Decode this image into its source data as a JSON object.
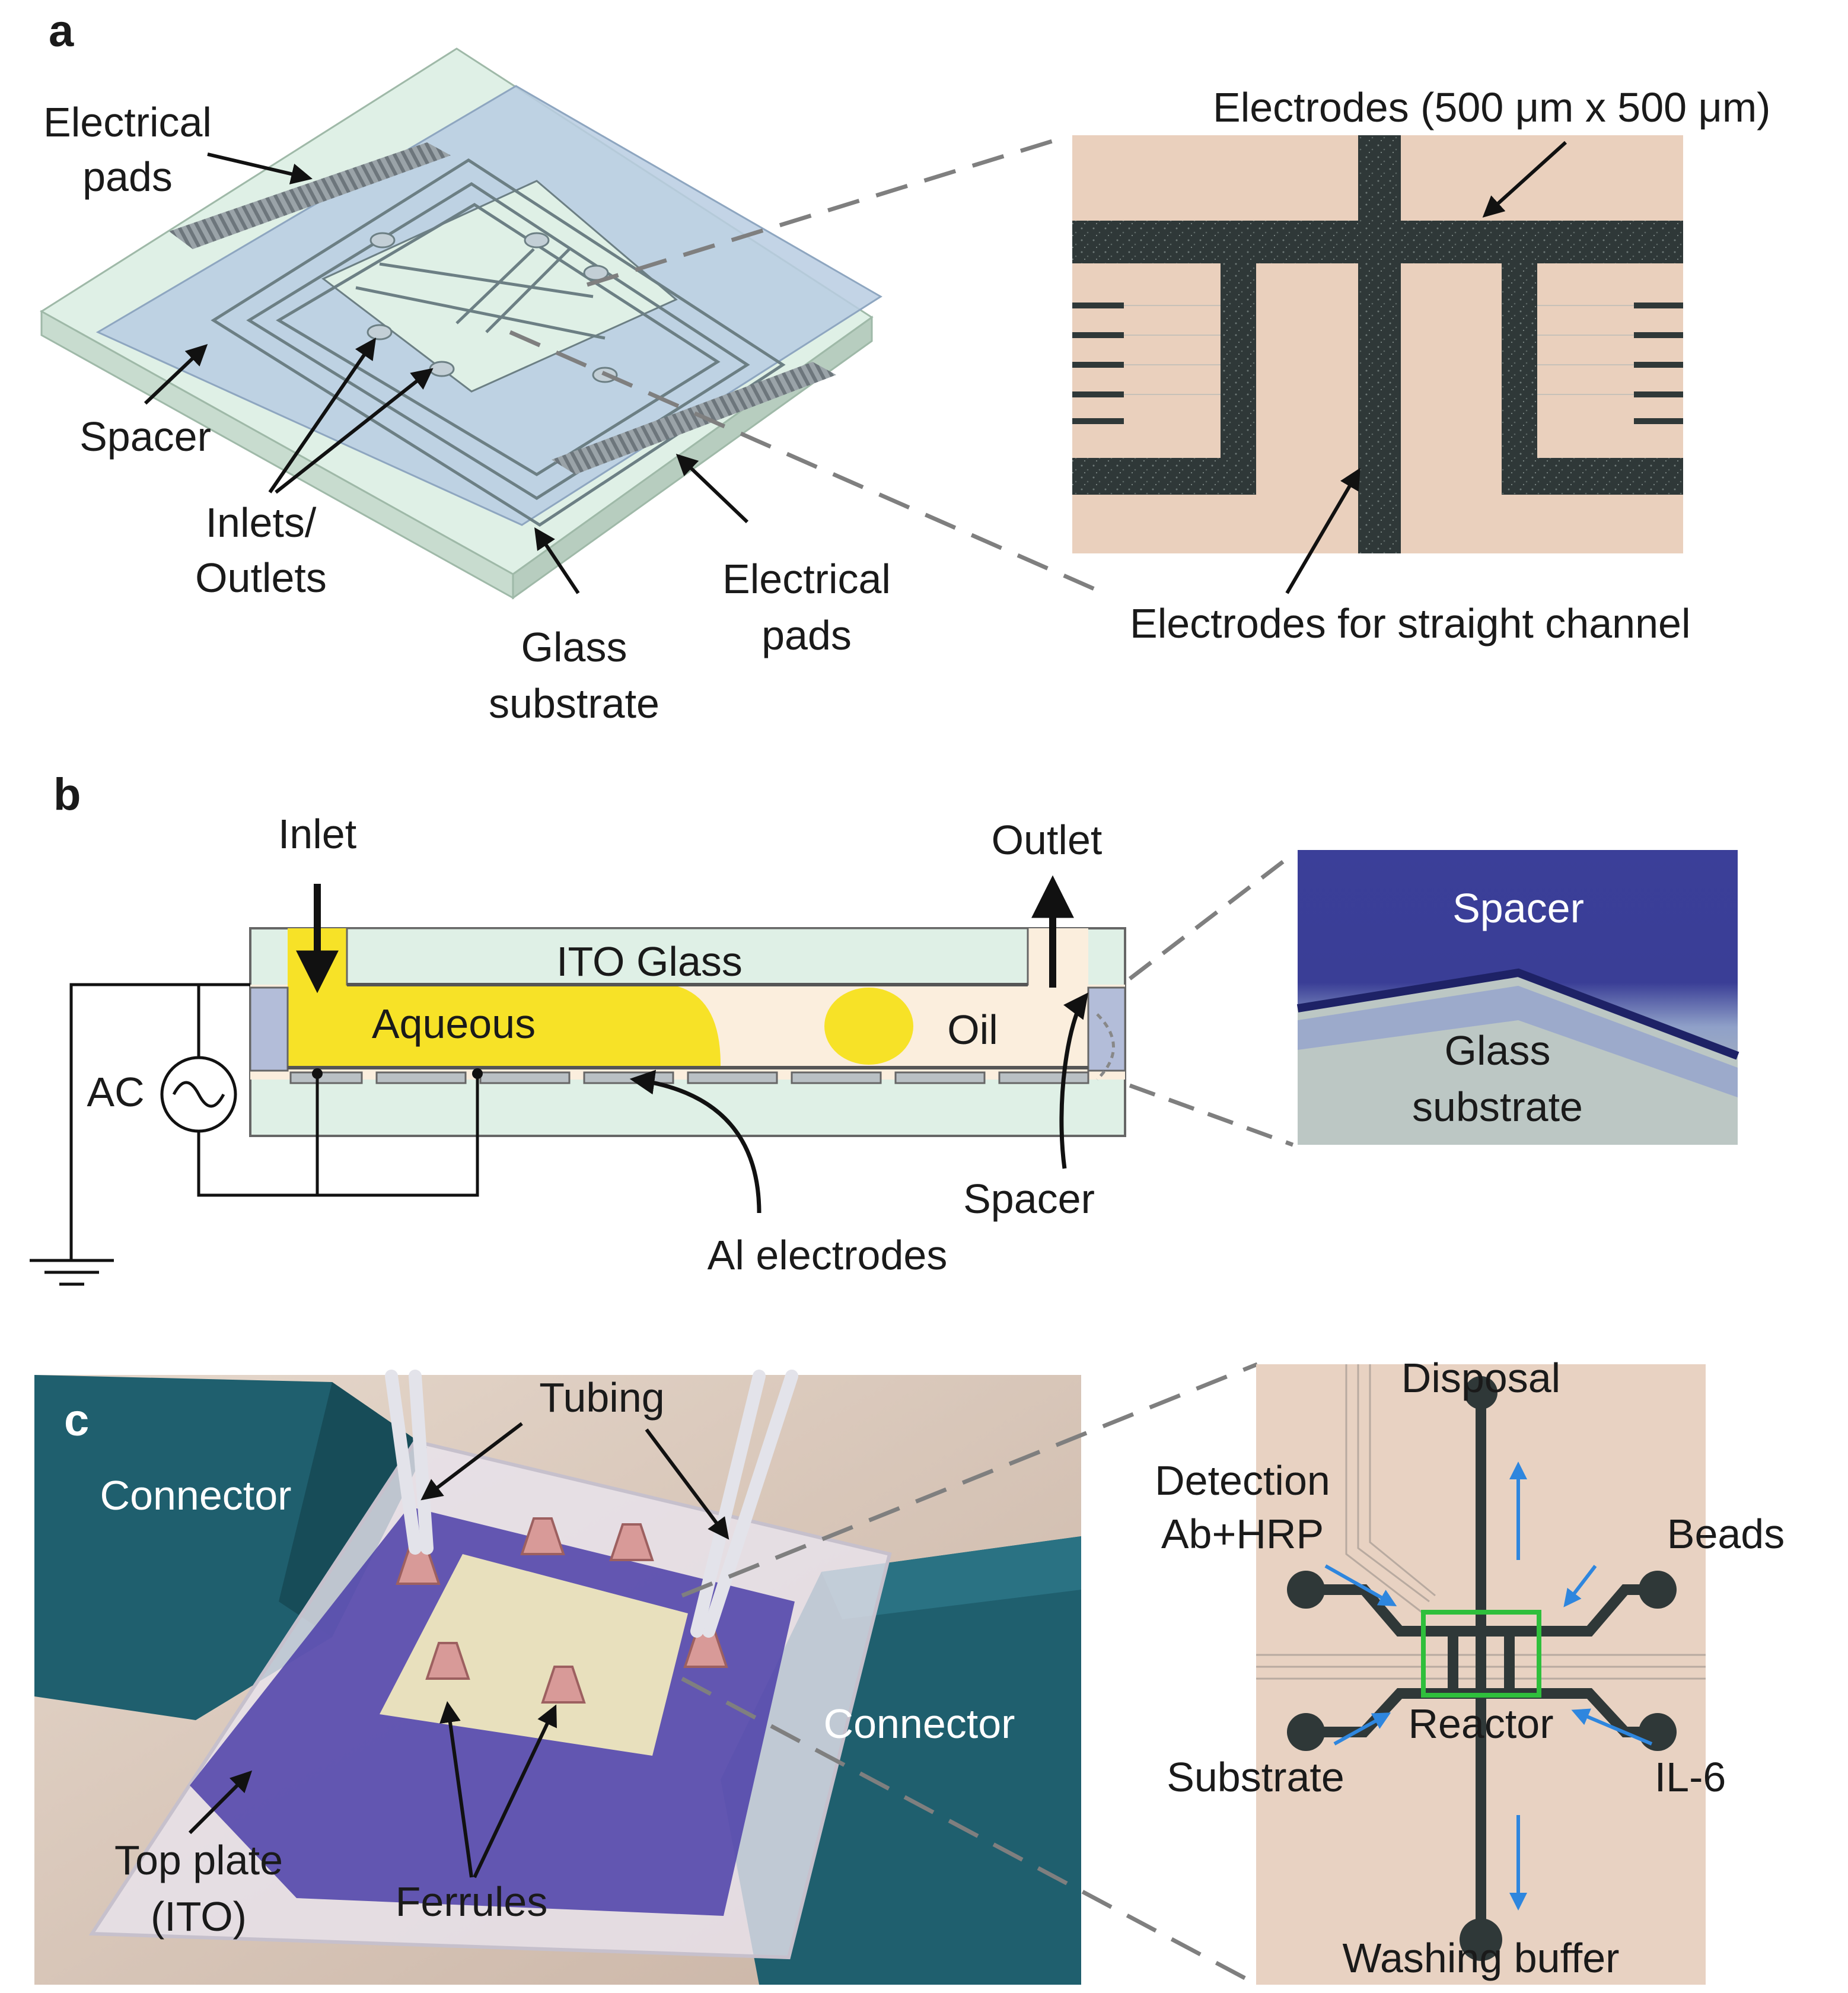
{
  "panel_a": {
    "letter": "a",
    "label_electrical_pads_left": [
      "Electrical",
      "pads"
    ],
    "label_spacer": "Spacer",
    "label_inlets_outlets": [
      "Inlets/",
      "Outlets"
    ],
    "label_glass_substrate": [
      "Glass",
      "substrate"
    ],
    "label_electrical_pads_right": [
      "Electrical",
      "pads"
    ],
    "label_electrodes_size": "Electrodes (500 μm x 500 μm)",
    "label_electrodes_straight": "Electrodes for straight channel"
  },
  "panel_b": {
    "letter": "b",
    "label_inlet": "Inlet",
    "label_outlet": "Outlet",
    "label_ito_glass": "ITO Glass",
    "label_aqueous": "Aqueous",
    "label_oil": "Oil",
    "label_ac": "AC",
    "label_spacer": "Spacer",
    "label_al_electrodes": "Al electrodes",
    "inset_spacer": "Spacer",
    "inset_glass_substrate": [
      "Glass",
      "substrate"
    ]
  },
  "panel_c": {
    "letter": "c",
    "label_tubing": "Tubing",
    "label_connector_left": "Connector",
    "label_connector_right": "Connector",
    "label_top_plate": [
      "Top plate",
      "(ITO)"
    ],
    "label_ferrules": "Ferrules",
    "inset_disposal": "Disposal",
    "inset_detection": [
      "Detection",
      "Ab+HRP"
    ],
    "inset_beads": "Beads",
    "inset_reactor": "Reactor",
    "inset_substrate": "Substrate",
    "inset_il6": "IL-6",
    "inset_washing": "Washing buffer"
  },
  "colors": {
    "glass": "#dff0e6",
    "spacer": "#b9cde2",
    "aqueous": "#f7e227",
    "oil": "#fbeedd",
    "electrode_dark": "#303a3a",
    "photo_bg": "#ebcfb9",
    "connector": "#1f5f6e",
    "arrow_blue": "#2e86de",
    "reactor_box": "#2fbf3c",
    "dash_gray": "#7f7f7f"
  }
}
